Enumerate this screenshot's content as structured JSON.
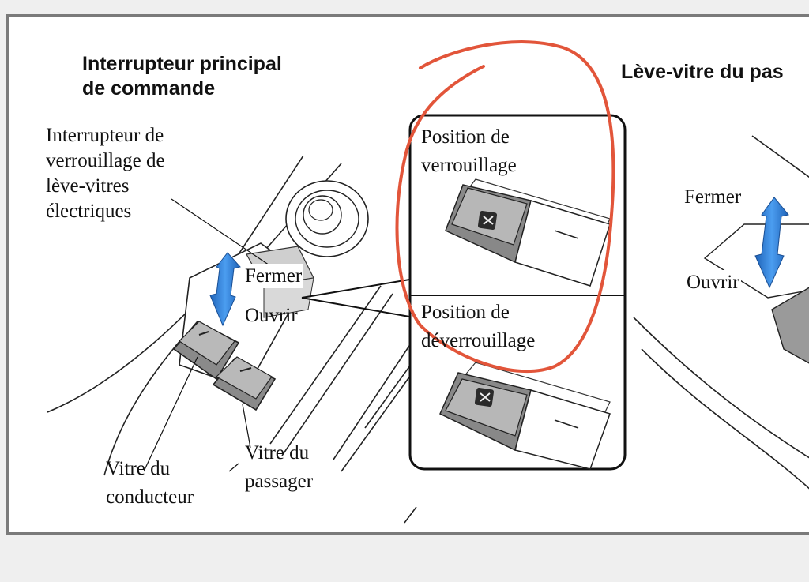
{
  "headings": {
    "main_switch": [
      "Interrupteur principal",
      "de commande"
    ],
    "passenger_lifter": "Lève-vitre du pas"
  },
  "labels": {
    "lock_switch": [
      "Interrupteur de",
      "verrouillage de",
      "lève-vitres",
      "électriques"
    ],
    "close_main": "Fermer",
    "open_main": "Ouvrir",
    "lock_position": [
      "Position de",
      "verrouillage"
    ],
    "unlock_position": [
      "Position de",
      "déverrouillage"
    ],
    "driver_window": [
      "Vitre du",
      "conducteur"
    ],
    "passenger_window": [
      "Vitre du",
      "passager"
    ],
    "close_passenger": "Fermer",
    "open_passenger": "Ouvrir"
  },
  "colors": {
    "annotation_circle": "#e2553a",
    "arrow_blue": "#2f80d8",
    "frame_border": "#7a7a7a"
  },
  "icons": [
    "lock-icon",
    "up-down-arrow-icon"
  ]
}
